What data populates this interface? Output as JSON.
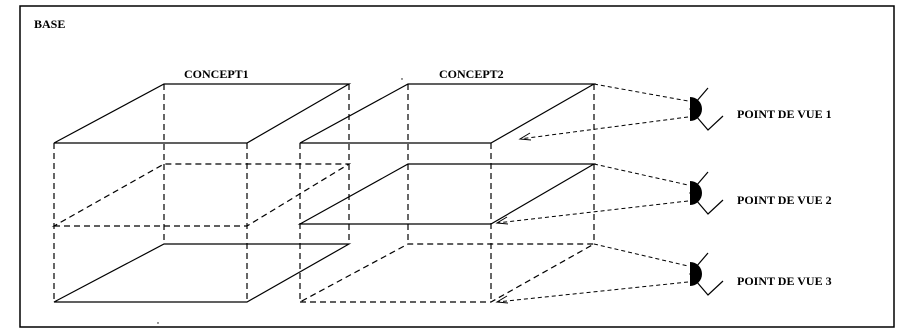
{
  "diagram": {
    "frame_label": "BASE",
    "concepts": [
      "CONCEPT1",
      "CONCEPT2"
    ],
    "viewpoints": [
      "POINT DE VUE 1",
      "POINT DE VUE 2",
      "POINT DE VUE 3"
    ]
  }
}
